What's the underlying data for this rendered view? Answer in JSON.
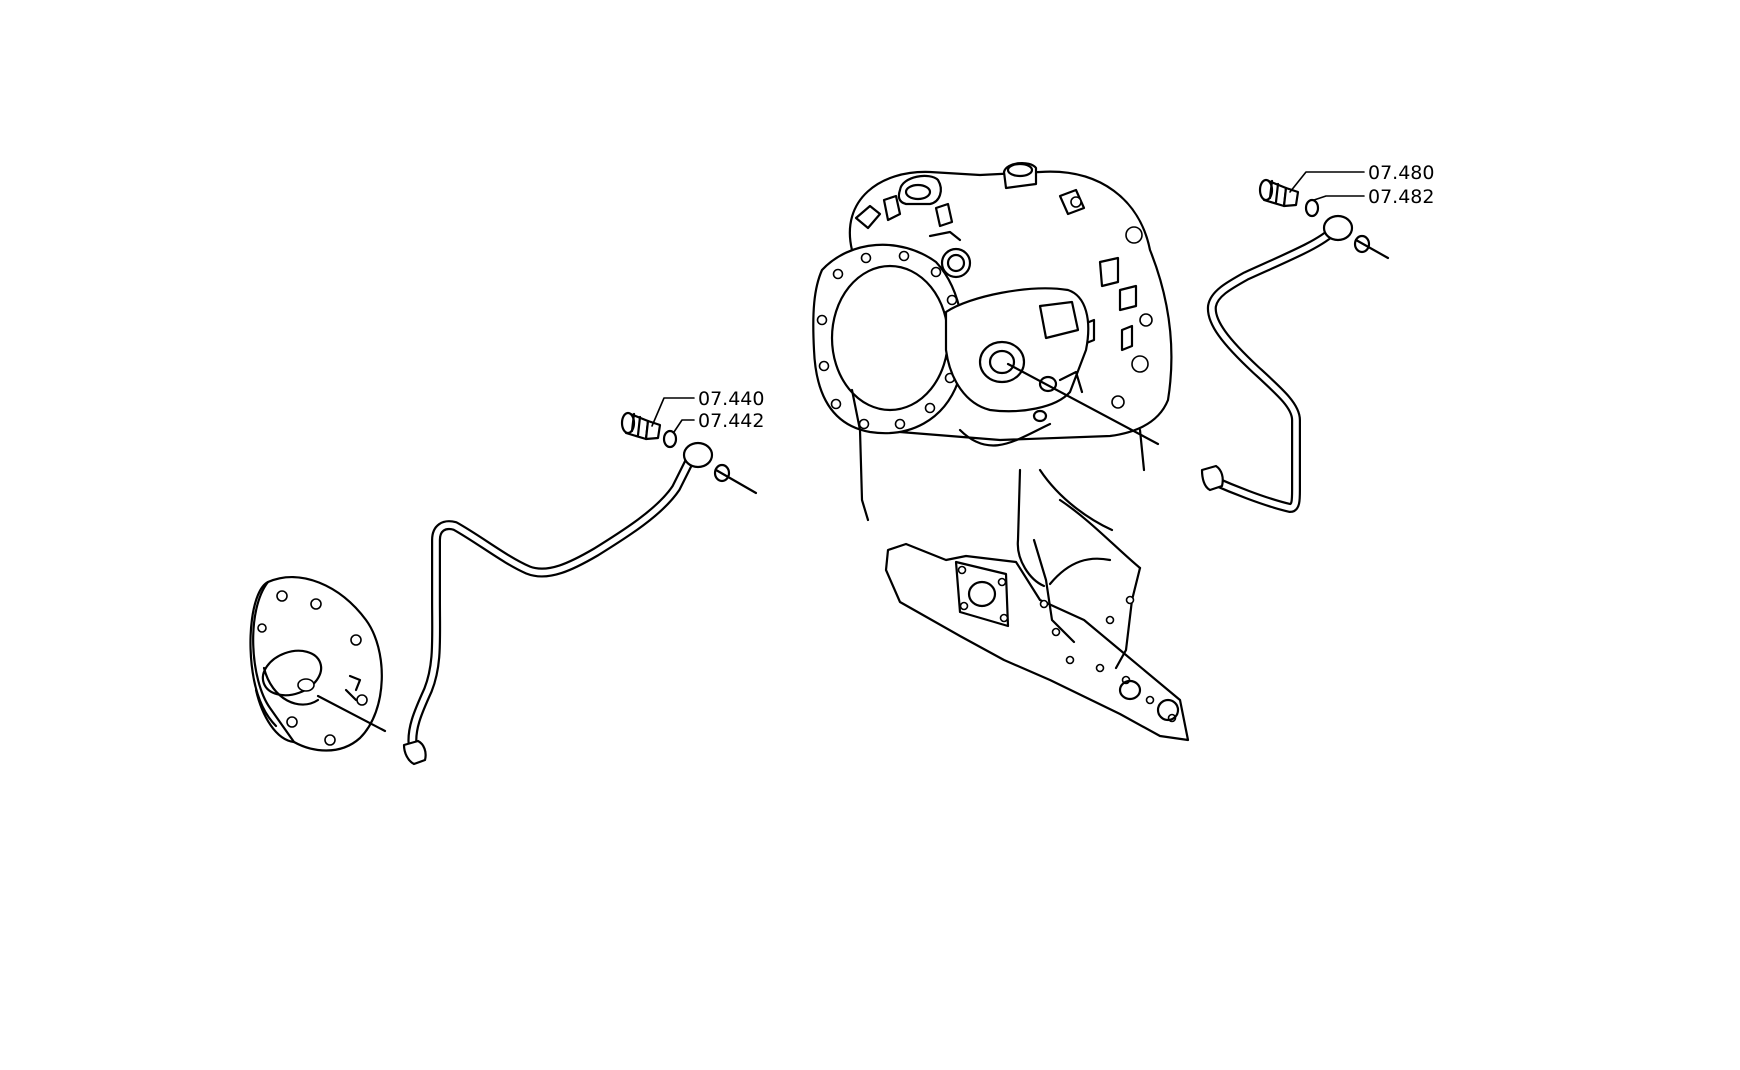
{
  "callouts": {
    "left_banjo_bolt": "07.440",
    "left_seal_ring": "07.442",
    "right_banjo_bolt": "07.480",
    "right_seal_ring": "07.482"
  }
}
